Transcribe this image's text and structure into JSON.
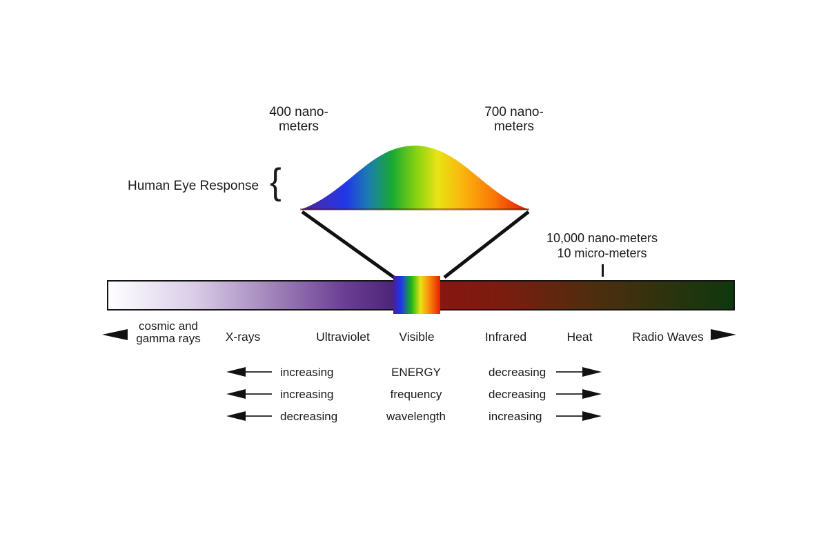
{
  "diagram": {
    "eye_response_label": "Human Eye Response",
    "brace": "{",
    "wavelength_400": {
      "line1": "400 nano-",
      "line2": "meters"
    },
    "wavelength_700": {
      "line1": "700 nano-",
      "line2": "meters"
    },
    "ir_marker": {
      "line1": "10,000 nano-meters",
      "line2": "10 micro-meters"
    }
  },
  "bands": [
    {
      "line1": "cosmic and",
      "line2": "gamma rays"
    },
    {
      "line1": "X-rays"
    },
    {
      "line1": "Ultraviolet"
    },
    {
      "line1": "Visible"
    },
    {
      "line1": "Infrared"
    },
    {
      "line1": "Heat"
    },
    {
      "line1": "Radio Waves"
    }
  ],
  "property_rows": [
    {
      "left": "increasing",
      "center": "ENERGY",
      "right": "decreasing"
    },
    {
      "left": "increasing",
      "center": "frequency",
      "right": "decreasing"
    },
    {
      "left": "decreasing",
      "center": "wavelength",
      "right": "increasing"
    }
  ],
  "colors": {
    "background": "#ffffff",
    "text": "#1a1a1a",
    "line": "#111111"
  },
  "gradients": {
    "eye_curve": [
      [
        0,
        "#4f2388"
      ],
      [
        10,
        "#3a2fc4"
      ],
      [
        20,
        "#2137e8"
      ],
      [
        30,
        "#1a7fae"
      ],
      [
        40,
        "#18a832"
      ],
      [
        50,
        "#7fd012"
      ],
      [
        60,
        "#e8e414"
      ],
      [
        72,
        "#fbb00d"
      ],
      [
        85,
        "#f97508"
      ],
      [
        100,
        "#e11600"
      ]
    ],
    "bar_left": [
      [
        0,
        "#ffffff"
      ],
      [
        30,
        "#d9cde6"
      ],
      [
        60,
        "#9a7cb5"
      ],
      [
        82,
        "#6b3f94"
      ],
      [
        100,
        "#4a2478"
      ]
    ],
    "bar_visible": [
      [
        0,
        "#45209a"
      ],
      [
        16,
        "#2233ee"
      ],
      [
        38,
        "#17b517"
      ],
      [
        58,
        "#e8e414"
      ],
      [
        76,
        "#fb8c0d"
      ],
      [
        100,
        "#e42000"
      ]
    ],
    "bar_right": [
      [
        0,
        "#8e1313"
      ],
      [
        30,
        "#7c1c0f"
      ],
      [
        60,
        "#4c2e0e"
      ],
      [
        100,
        "#0e380e"
      ]
    ]
  }
}
